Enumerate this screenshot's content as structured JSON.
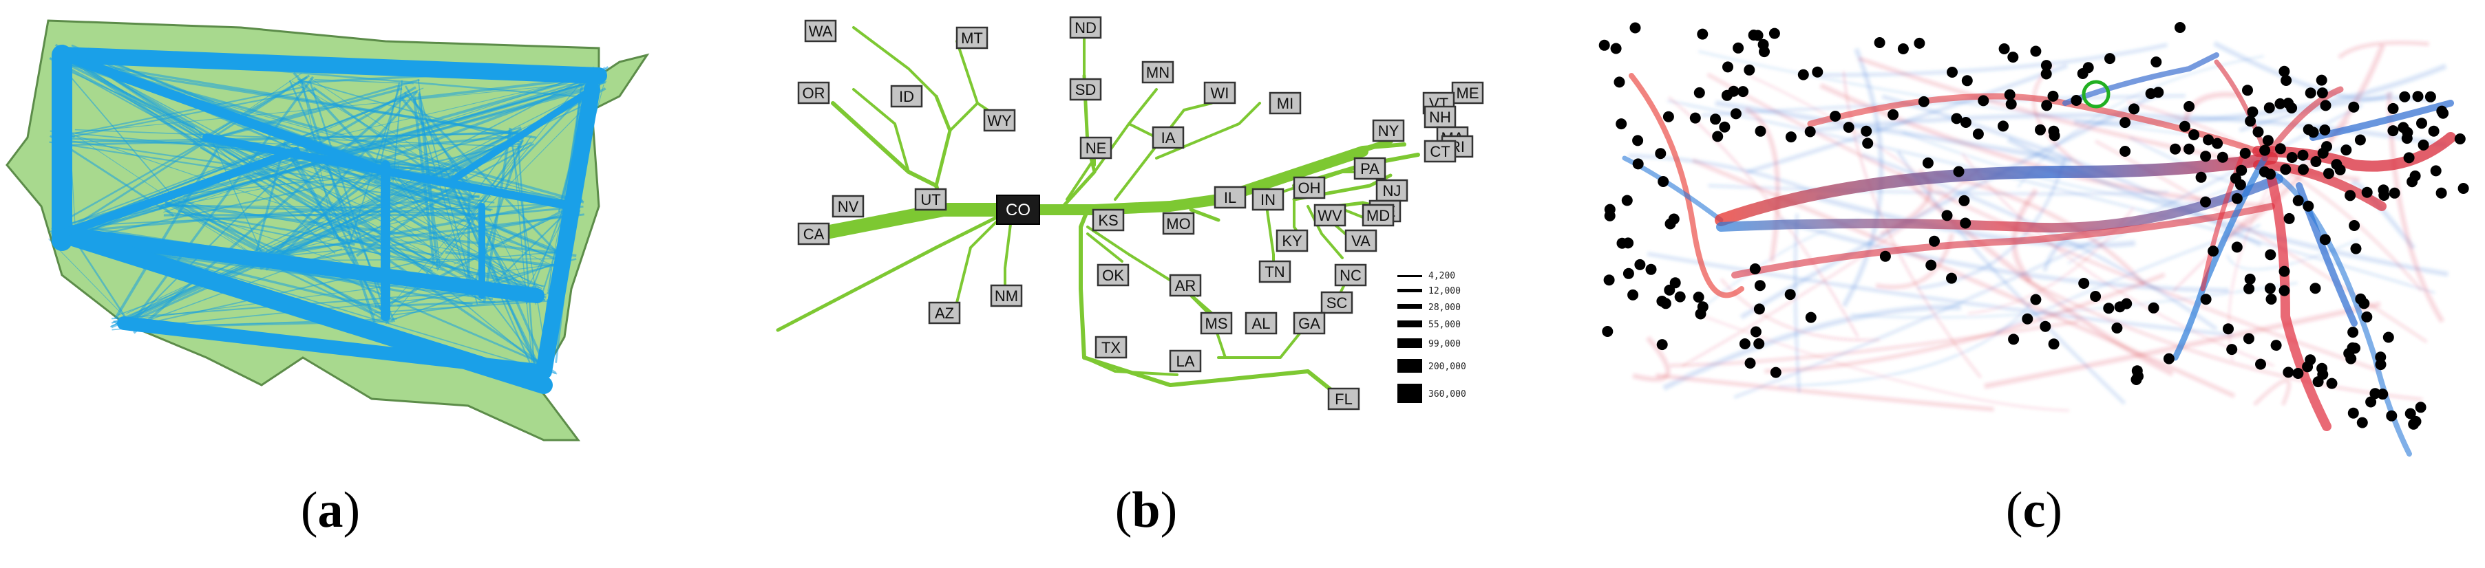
{
  "figure": {
    "panels": [
      {
        "id": "a",
        "caption": "a"
      },
      {
        "id": "b",
        "caption": "b"
      },
      {
        "id": "c",
        "caption": "c"
      }
    ]
  },
  "panel_b": {
    "root": "CO",
    "states": [
      "WA",
      "MT",
      "ND",
      "OR",
      "ID",
      "WY",
      "SD",
      "MN",
      "WI",
      "MI",
      "NE",
      "IA",
      "ME",
      "VT",
      "NH",
      "NY",
      "MA",
      "RI",
      "CT",
      "PA",
      "NJ",
      "UT",
      "NV",
      "CA",
      "KS",
      "MO",
      "IL",
      "IN",
      "OH",
      "DE",
      "MD",
      "WV",
      "VA",
      "KY",
      "TN",
      "NC",
      "SC",
      "OK",
      "AR",
      "AZ",
      "NM",
      "TX",
      "LA",
      "MS",
      "AL",
      "GA",
      "FL"
    ],
    "legend": [
      "4,200",
      "12,000",
      "28,000",
      "55,000",
      "99,000",
      "200,000",
      "360,000"
    ]
  }
}
